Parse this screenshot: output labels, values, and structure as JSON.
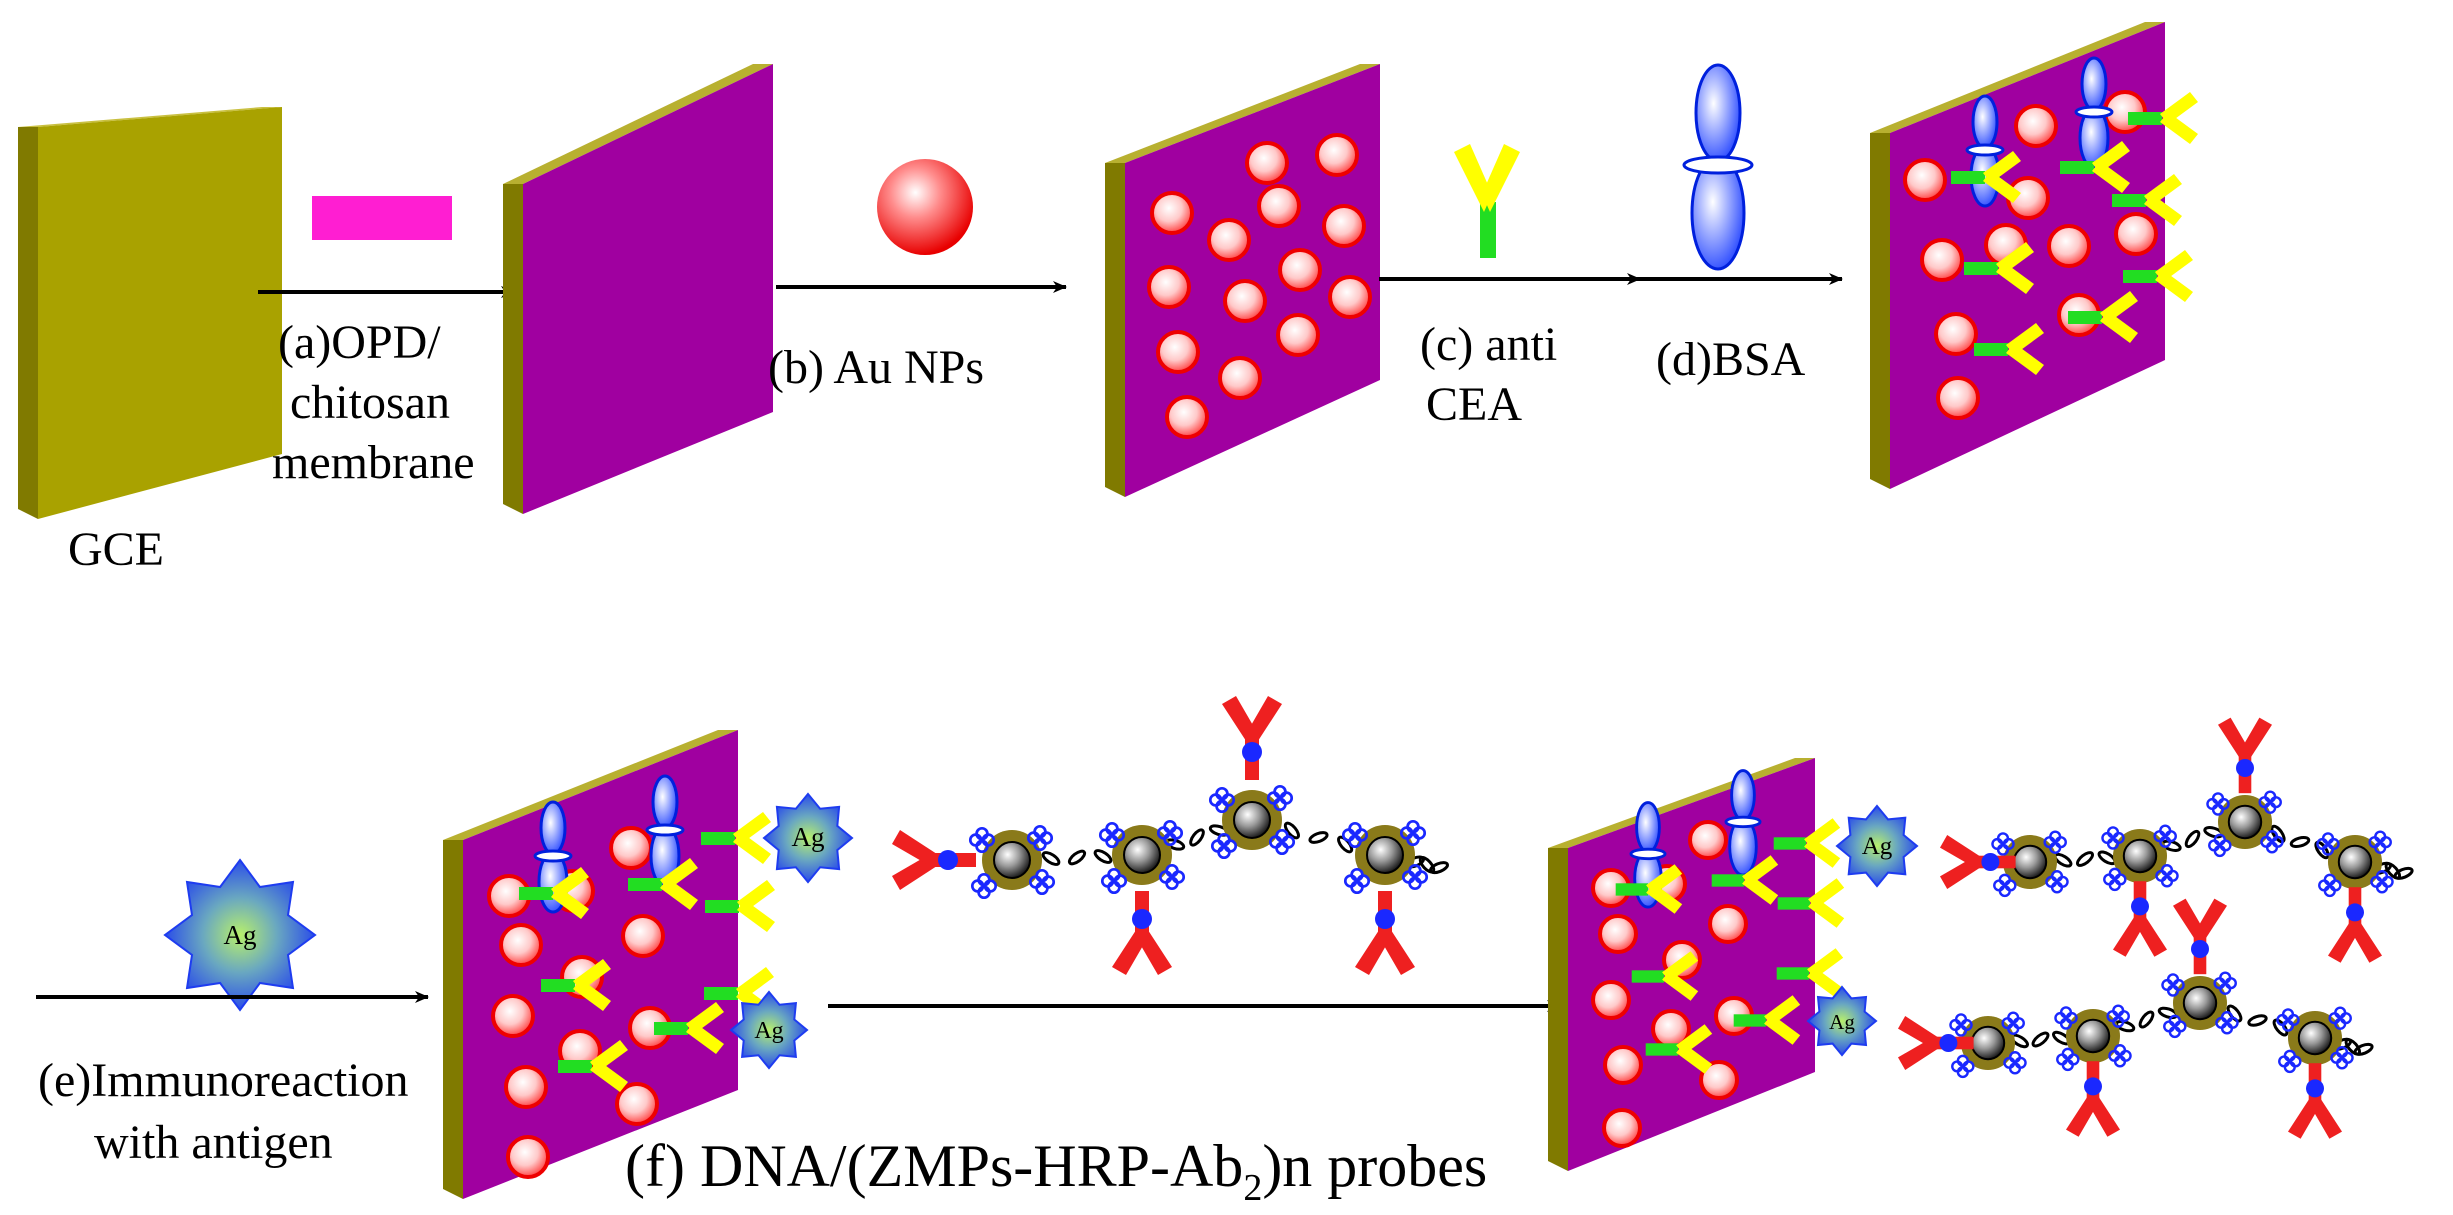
{
  "labels": {
    "gce": "GCE",
    "step_a_line1": "(a)OPD/",
    "step_a_line2": "chitosan",
    "step_a_line3": "membrane",
    "step_b": "(b) Au NPs",
    "step_c_line1": "(c) anti",
    "step_c_line2": "CEA",
    "step_d": "(d)BSA",
    "step_e_line1": "(e)Immunoreaction",
    "step_e_line2": "with antigen",
    "step_f_prefix": "(f) DNA/(ZMPs-HRP-Ab",
    "step_f_sub": "2",
    "step_f_suffix": ")n probes",
    "antigen": "Ag"
  },
  "colors": {
    "electrode_face": "#a9a200",
    "electrode_edge": "#807a00",
    "membrane_face": "#a000a0",
    "membrane_swatch": "#ff1ed2",
    "au_np_fill": "#ffdede",
    "au_np_stroke": "#ee0000",
    "antibody_arm": "#ffff00",
    "antibody_stem": "#22dd22",
    "bsa": "#1a3cff",
    "antigen_outer": "#1e4cf0",
    "antigen_inner": "#9adc3a",
    "probe_antibody": "#ee2020",
    "hrp": "#1a28ff",
    "zmp_shell": "#8a7a1a",
    "dna_chain": "#000000"
  }
}
